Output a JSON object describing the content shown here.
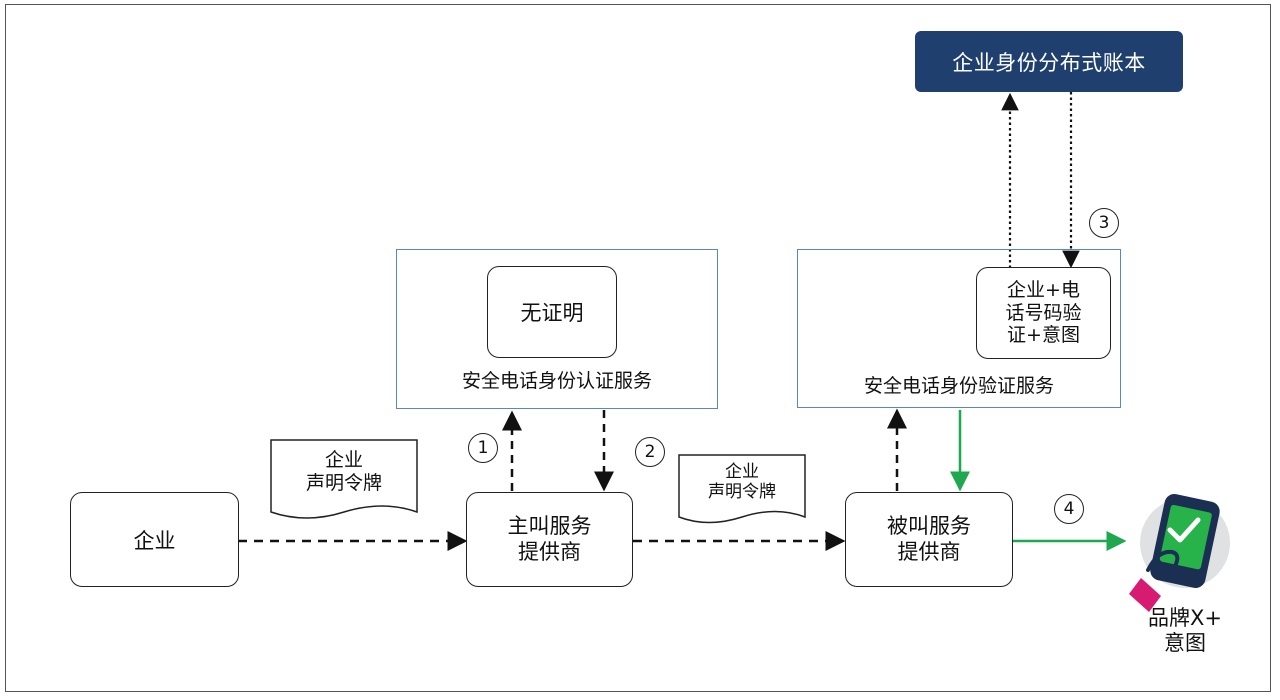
{
  "ledger_label": "企业身份分布式账本",
  "auth_service": {
    "inner_label": "无证明",
    "title": "安全电话身份认证服务"
  },
  "verify_service": {
    "inner_label": "企业+电\n话号码验\n证+意图",
    "title": "安全电话身份验证服务"
  },
  "enterprise_label": "企业",
  "token1_label": "企业\n声明令牌",
  "token2_label": "企业\n声明令牌",
  "calling_provider": "主叫服务\n提供商",
  "called_provider": "被叫服务\n提供商",
  "result_label": "品牌X+\n意图",
  "steps": [
    "1",
    "2",
    "3",
    "4"
  ],
  "colors": {
    "ledger": "#1f3f6e",
    "service_border": "#5b86c6",
    "green": "#1fa84f",
    "phone_pink": "#d81b72"
  }
}
